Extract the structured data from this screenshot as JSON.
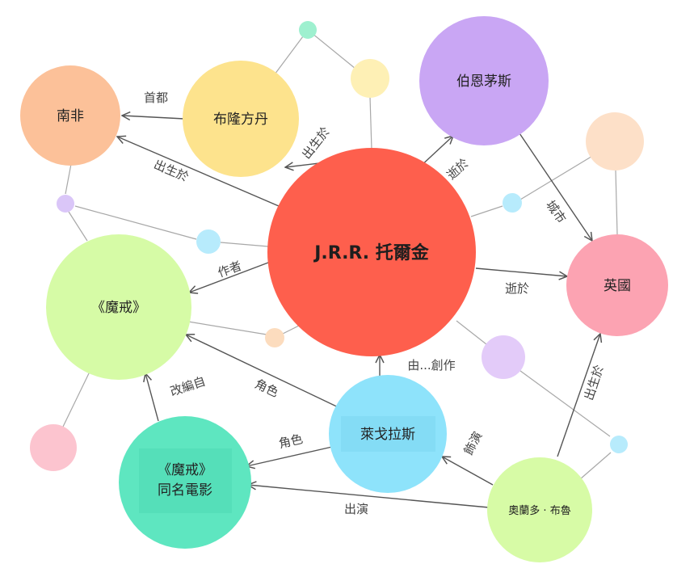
{
  "nodes": {
    "tolkien": {
      "label": "J.R.R. 托爾金",
      "color": "#fe5f4d"
    },
    "southafrica": {
      "label": "南非",
      "color": "#fcc199"
    },
    "bloemfontein": {
      "label": "布隆方丹",
      "color": "#fde38d"
    },
    "bournemouth": {
      "label": "伯恩茅斯",
      "color": "#c9a6f4"
    },
    "uk": {
      "label": "英國",
      "color": "#fca3b2"
    },
    "lotr": {
      "label": "《魔戒》",
      "color": "#d6fba6"
    },
    "film_line1": {
      "label": "《魔戒》"
    },
    "film_line2": {
      "label": "同名電影"
    },
    "film": {
      "color": "#5ee6c0"
    },
    "legolas": {
      "label": "萊戈拉斯",
      "color": "#8ee3fb"
    },
    "orlando": {
      "label": "奧蘭多 · 布魯",
      "color": "#d7fba6"
    }
  },
  "edges": {
    "capital": "首都",
    "born_in_sa": "出生於",
    "born_in_bl": "出生於",
    "died_in_bm": "逝於",
    "city": "城市",
    "died_in_uk": "逝於",
    "author": "作者",
    "created_by": "由...創作",
    "role_lotr": "角色",
    "adapted": "改編自",
    "role_film": "角色",
    "plays": "飾演",
    "acts_in": "出演",
    "orlando_born": "出生於"
  },
  "colors": {
    "dot_teal": "#9ef0cf",
    "dot_yellow": "#fef0b5",
    "dot_purple": "#dac6f8",
    "dot_cyan": "#b7ebfc",
    "dot_peach": "#fcdcbe",
    "dot_lavender": "#e3cbf9",
    "dot_pink": "#fcc4cf",
    "peach_big": "#fde0c8"
  }
}
